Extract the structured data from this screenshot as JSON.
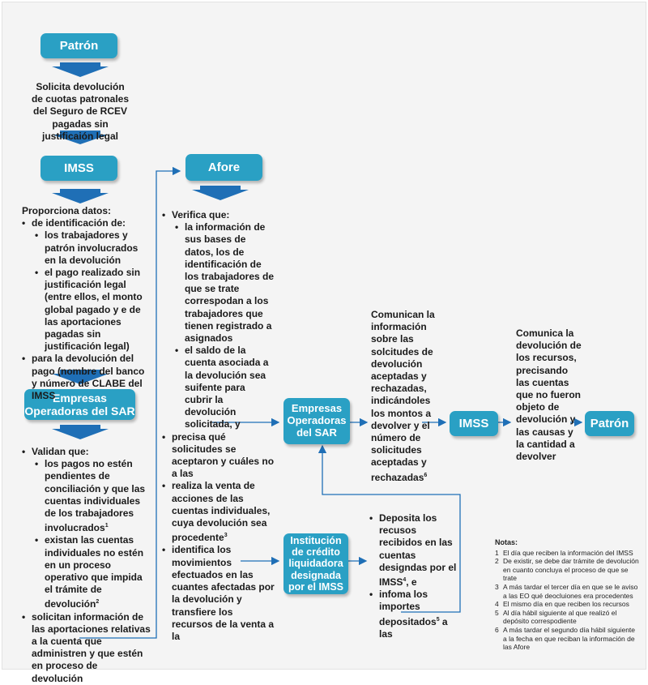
{
  "boxes": {
    "patron1": "Patrón",
    "imss1": "IMSS",
    "empresas1": "Empresas Operadoras del SAR",
    "afore": "Afore",
    "empresas2": "Empresas Operadoras del SAR",
    "imss2": "IMSS",
    "patron2": "Patrón",
    "institucion": "Institución de crédito liquidadora designada por el IMSS"
  },
  "patron_text": "Solicita devolución de cuotas patronales del Seguro de RCEV  pagadas sin justificaión legal",
  "imss_text": {
    "intro": "Proporciona datos:",
    "item1": "de identificación de:",
    "item1_sub1": "los trabajadores y patrón involucrados en la devolución",
    "item1_sub2": "el pago realizado sin justificación legal (entre ellos, el monto global pagado y e de las aportaciones pagadas sin justificación legal)",
    "item2": "para la devolución del pago (nombre del banco y número de CLABE del IMSS"
  },
  "empresas_text": {
    "intro": "Validan que:",
    "sub1": "los pagos no estén pendientes de conciliación y que las cuentas individuales de los trabajadores involucrados",
    "sub1_sup": "1",
    "sub2": "existan las cuentas individuales no estén en un proceso operativo que impida el trámite de devolución",
    "sub2_sup": "2",
    "item2": "solicitan información de las aportaciones relativas a la cuenta que administren y que estén en proceso de devolución"
  },
  "afore_text": {
    "intro": "Verifica que:",
    "sub1": "la información de sus bases de datos, los de identificación de los trabajadores de que se trate correspodan a los trabajadores que tienen registrado a asignados",
    "sub2": "el saldo de la cuenta asociada a la devolución sea suifente para cubrir la devolución solicitada, y",
    "item2": "precisa qué solicitudes se aceptaron y cuáles no a las",
    "item3": "realiza la venta de acciones de las cuentas individuales, cuya devolución sea procedente",
    "item3_sup": "3",
    "item4": "identifica los movimientos efectuados en las cuantes afectadas por la devolución y transfiere los recursos de la venta a la"
  },
  "comunican_text": "Comunican la información sobre las solcitudes de devolución aceptadas y rechazadas, indicándoles los montos a devolver y el número de solicitudes aceptadas y rechazadas",
  "comunican_sup": "6",
  "comunica_text": "Comunica la devolución de los recursos, precisando las cuentas que no fueron objeto de devolución y las causas y la cantidad a devolver",
  "deposita_text": {
    "item1": "Deposita los recusos recibidos en las cuentas designdas por el IMSS",
    "item1_sup": "4",
    "item1_tail": ", e",
    "item2": "infoma los importes depositados",
    "item2_sup": "5",
    "item2_tail": " a las"
  },
  "notes": {
    "title": "Notas:",
    "items": [
      {
        "n": "1",
        "t": "El día que reciben la información del IMSS"
      },
      {
        "n": "2",
        "t": "De existir, se debe dar trámite de devolución en cuanto concluya el proceso de que se trate"
      },
      {
        "n": "3",
        "t": "A más tardar el tercer día en que se le aviso a las EO qué deocluiones era procedentes"
      },
      {
        "n": "4",
        "t": "El mismo día en que reciben los recursos"
      },
      {
        "n": "5",
        "t": "Al día hábil siguiente al que realizó el depósito correspodiente"
      },
      {
        "n": "6",
        "t": "A más tardar el segundo día hábil siguiente a la fecha en que reciban la información de las Afore"
      }
    ]
  },
  "colors": {
    "box": "#2aa0c4",
    "arrow": "#1f6fb6",
    "line": "#1f6fb6"
  }
}
